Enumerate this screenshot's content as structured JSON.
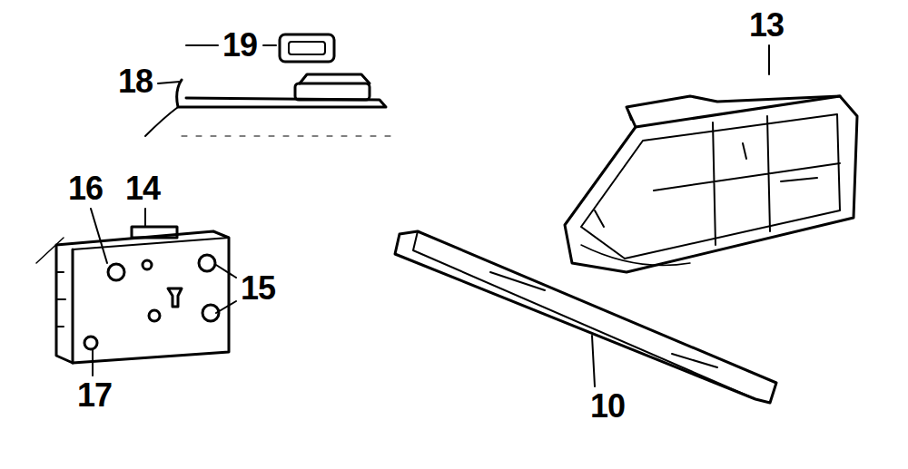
{
  "diagram": {
    "labels": [
      "19",
      "18",
      "16",
      "14",
      "15",
      "17",
      "13",
      "10"
    ]
  }
}
